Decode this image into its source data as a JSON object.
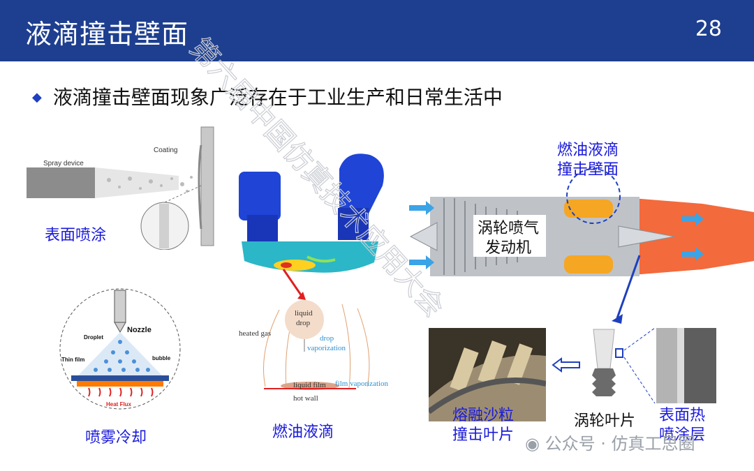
{
  "header": {
    "title": "液滴撞击壁面",
    "page_number": "28"
  },
  "bullet": "液滴撞击壁面现象广泛存在于工业生产和日常生活中",
  "captions": {
    "spray_coating": "表面喷涂",
    "spray_cooling": "喷雾冷却",
    "fuel_droplet": "燃油液滴",
    "fuel_impact_line1": "燃油液滴",
    "fuel_impact_line2": "撞击壁面",
    "engine_line1": "涡轮喷气",
    "engine_line2": "发动机",
    "sand_line1": "熔融沙粒",
    "sand_line2": "撞击叶片",
    "turbine_blade": "涡轮叶片",
    "coating_line1": "表面热",
    "coating_line2": "喷涂层"
  },
  "spray_figure": {
    "device_label": "Spray device",
    "coating_label": "Coating"
  },
  "cooling_figure": {
    "nozzle": "Nozzle",
    "droplet": "Droplet",
    "thin_film": "Thin film",
    "bubble": "bubble",
    "heat_flux": "Heat Flux"
  },
  "droplet_figure": {
    "liquid_drop_line1": "liquid",
    "liquid_drop_line2": "drop",
    "heated_gas": "heated gas",
    "drop_vaporization_line1": "drop",
    "drop_vaporization_line2": "vaporization",
    "liquid_film": "liquid film",
    "film_vaporization": "film vaporization",
    "hot_wall": "hot wall"
  },
  "watermark": "第六届中国仿真技术应用大会",
  "footer": "公众号 · 仿真工思圈",
  "colors": {
    "header_bg": "#1e3f8f",
    "caption_blue": "#1a1adb",
    "bullet_blue": "#1e3fbf"
  }
}
